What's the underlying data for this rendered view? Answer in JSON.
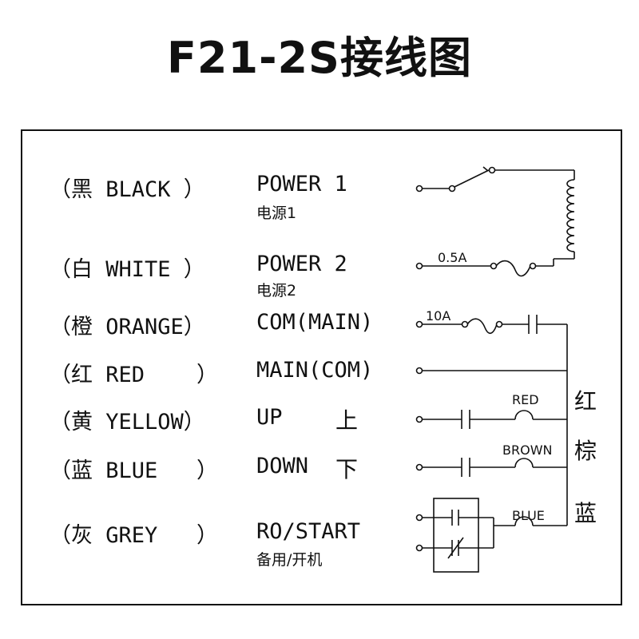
{
  "title": "F21-2S接线图",
  "rows": [
    {
      "wire": "（黑 BLACK ）",
      "function": "POWER 1",
      "sub": "电源1"
    },
    {
      "wire": "（白 WHITE ）",
      "function": "POWER 2",
      "sub": "电源2"
    },
    {
      "wire": "（橙 ORANGE）",
      "function": "COM(MAIN)"
    },
    {
      "wire": "（红 RED    ）",
      "function": "MAIN(COM)"
    },
    {
      "wire": "（黄 YELLOW）",
      "function": "UP",
      "cn": "上"
    },
    {
      "wire": "（蓝 BLUE   ）",
      "function": "DOWN",
      "cn": "下"
    },
    {
      "wire": "（灰 GREY   ）",
      "function": "RO/START",
      "sub": "备用/开机"
    }
  ],
  "circuit": {
    "fuse_small": "0.5A",
    "fuse_main": "10A",
    "contact_labels": [
      "RED",
      "BROWN",
      "BLUE"
    ],
    "side_labels": [
      "红",
      "棕",
      "蓝"
    ]
  }
}
